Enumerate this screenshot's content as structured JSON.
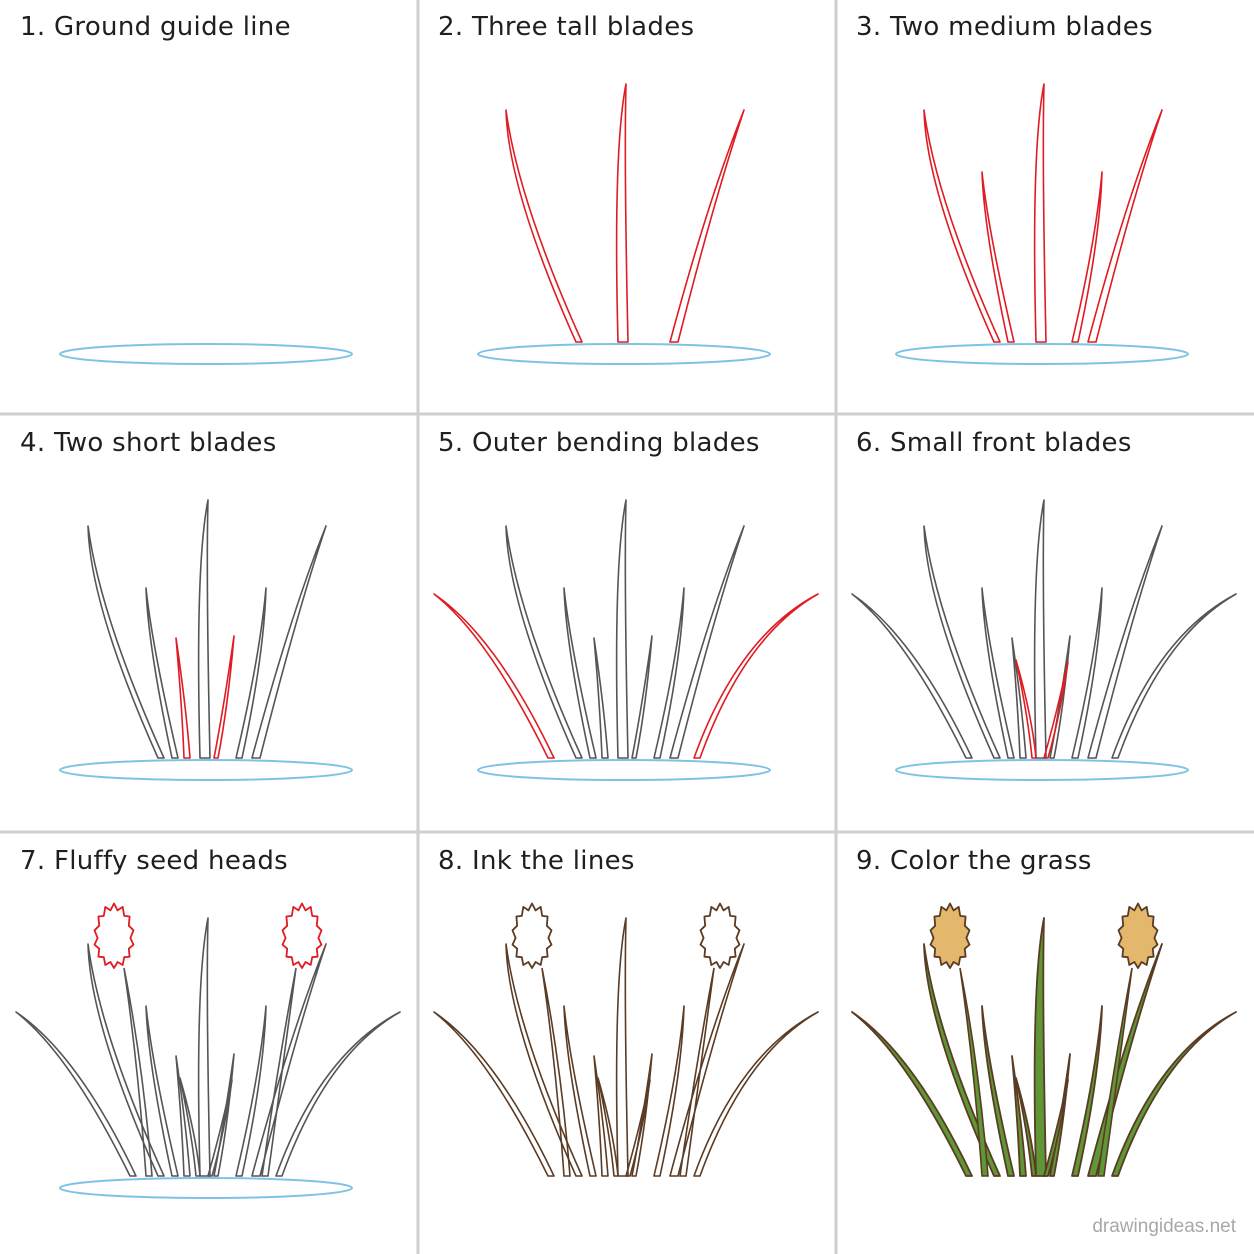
{
  "steps": [
    {
      "label": "1. Ground guide line"
    },
    {
      "label": "2. Three tall blades"
    },
    {
      "label": "3. Two medium blades"
    },
    {
      "label": "4. Two short blades"
    },
    {
      "label": "5. Outer bending blades"
    },
    {
      "label": "6. Small front blades"
    },
    {
      "label": "7. Fluffy seed heads"
    },
    {
      "label": "8. Ink the lines"
    },
    {
      "label": "9. Color the grass"
    }
  ],
  "watermark": "drawingideas.net",
  "colors": {
    "ground": "#7ec3e6",
    "new_stroke": "#e01b22",
    "pencil": "#555555",
    "ink": "#5a3b24",
    "grass_fill": "#5f9636",
    "seed_fill": "#e3b86c",
    "grid_line": "#cfcfcf"
  }
}
